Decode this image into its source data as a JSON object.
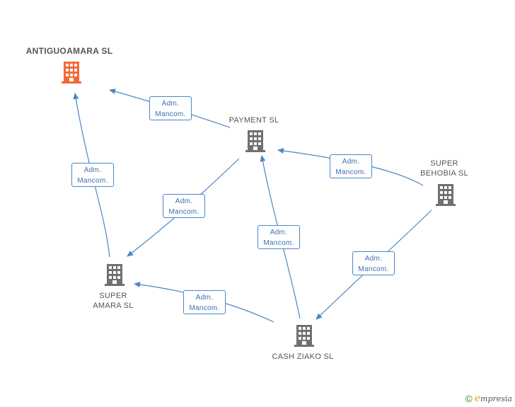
{
  "nodes": [
    {
      "id": "antiguoamara",
      "label": "ANTIGUOAMARA SL",
      "main": true
    },
    {
      "id": "payment",
      "label": "PAYMENT SL",
      "main": false
    },
    {
      "id": "super_behobia",
      "label": "SUPER\nBEHOBIA SL",
      "main": false
    },
    {
      "id": "super_amara",
      "label": "SUPER\nAMARA SL",
      "main": false
    },
    {
      "id": "cash_ziako",
      "label": "CASH ZIAKO SL",
      "main": false
    }
  ],
  "edges": [
    {
      "from": "payment",
      "to": "antiguoamara",
      "line1": "Adm.",
      "line2": "Mancom."
    },
    {
      "from": "super_amara",
      "to": "antiguoamara",
      "line1": "Adm.",
      "line2": "Mancom."
    },
    {
      "from": "payment",
      "to": "super_amara",
      "line1": "Adm.",
      "line2": "Mancom."
    },
    {
      "from": "super_behobia",
      "to": "payment",
      "line1": "Adm.",
      "line2": "Mancom."
    },
    {
      "from": "cash_ziako",
      "to": "payment",
      "line1": "Adm.",
      "line2": "Mancom."
    },
    {
      "from": "super_behobia",
      "to": "cash_ziako",
      "line1": "Adm.",
      "line2": "Mancom."
    },
    {
      "from": "cash_ziako",
      "to": "super_amara",
      "line1": "Adm.",
      "line2": "Mancom."
    }
  ],
  "colors": {
    "edge": "#4a86c8",
    "main_node": "#f26a35",
    "node": "#707070"
  },
  "footer": {
    "copyright": "©",
    "brand_initial": "e",
    "brand_rest": "mpresia"
  }
}
